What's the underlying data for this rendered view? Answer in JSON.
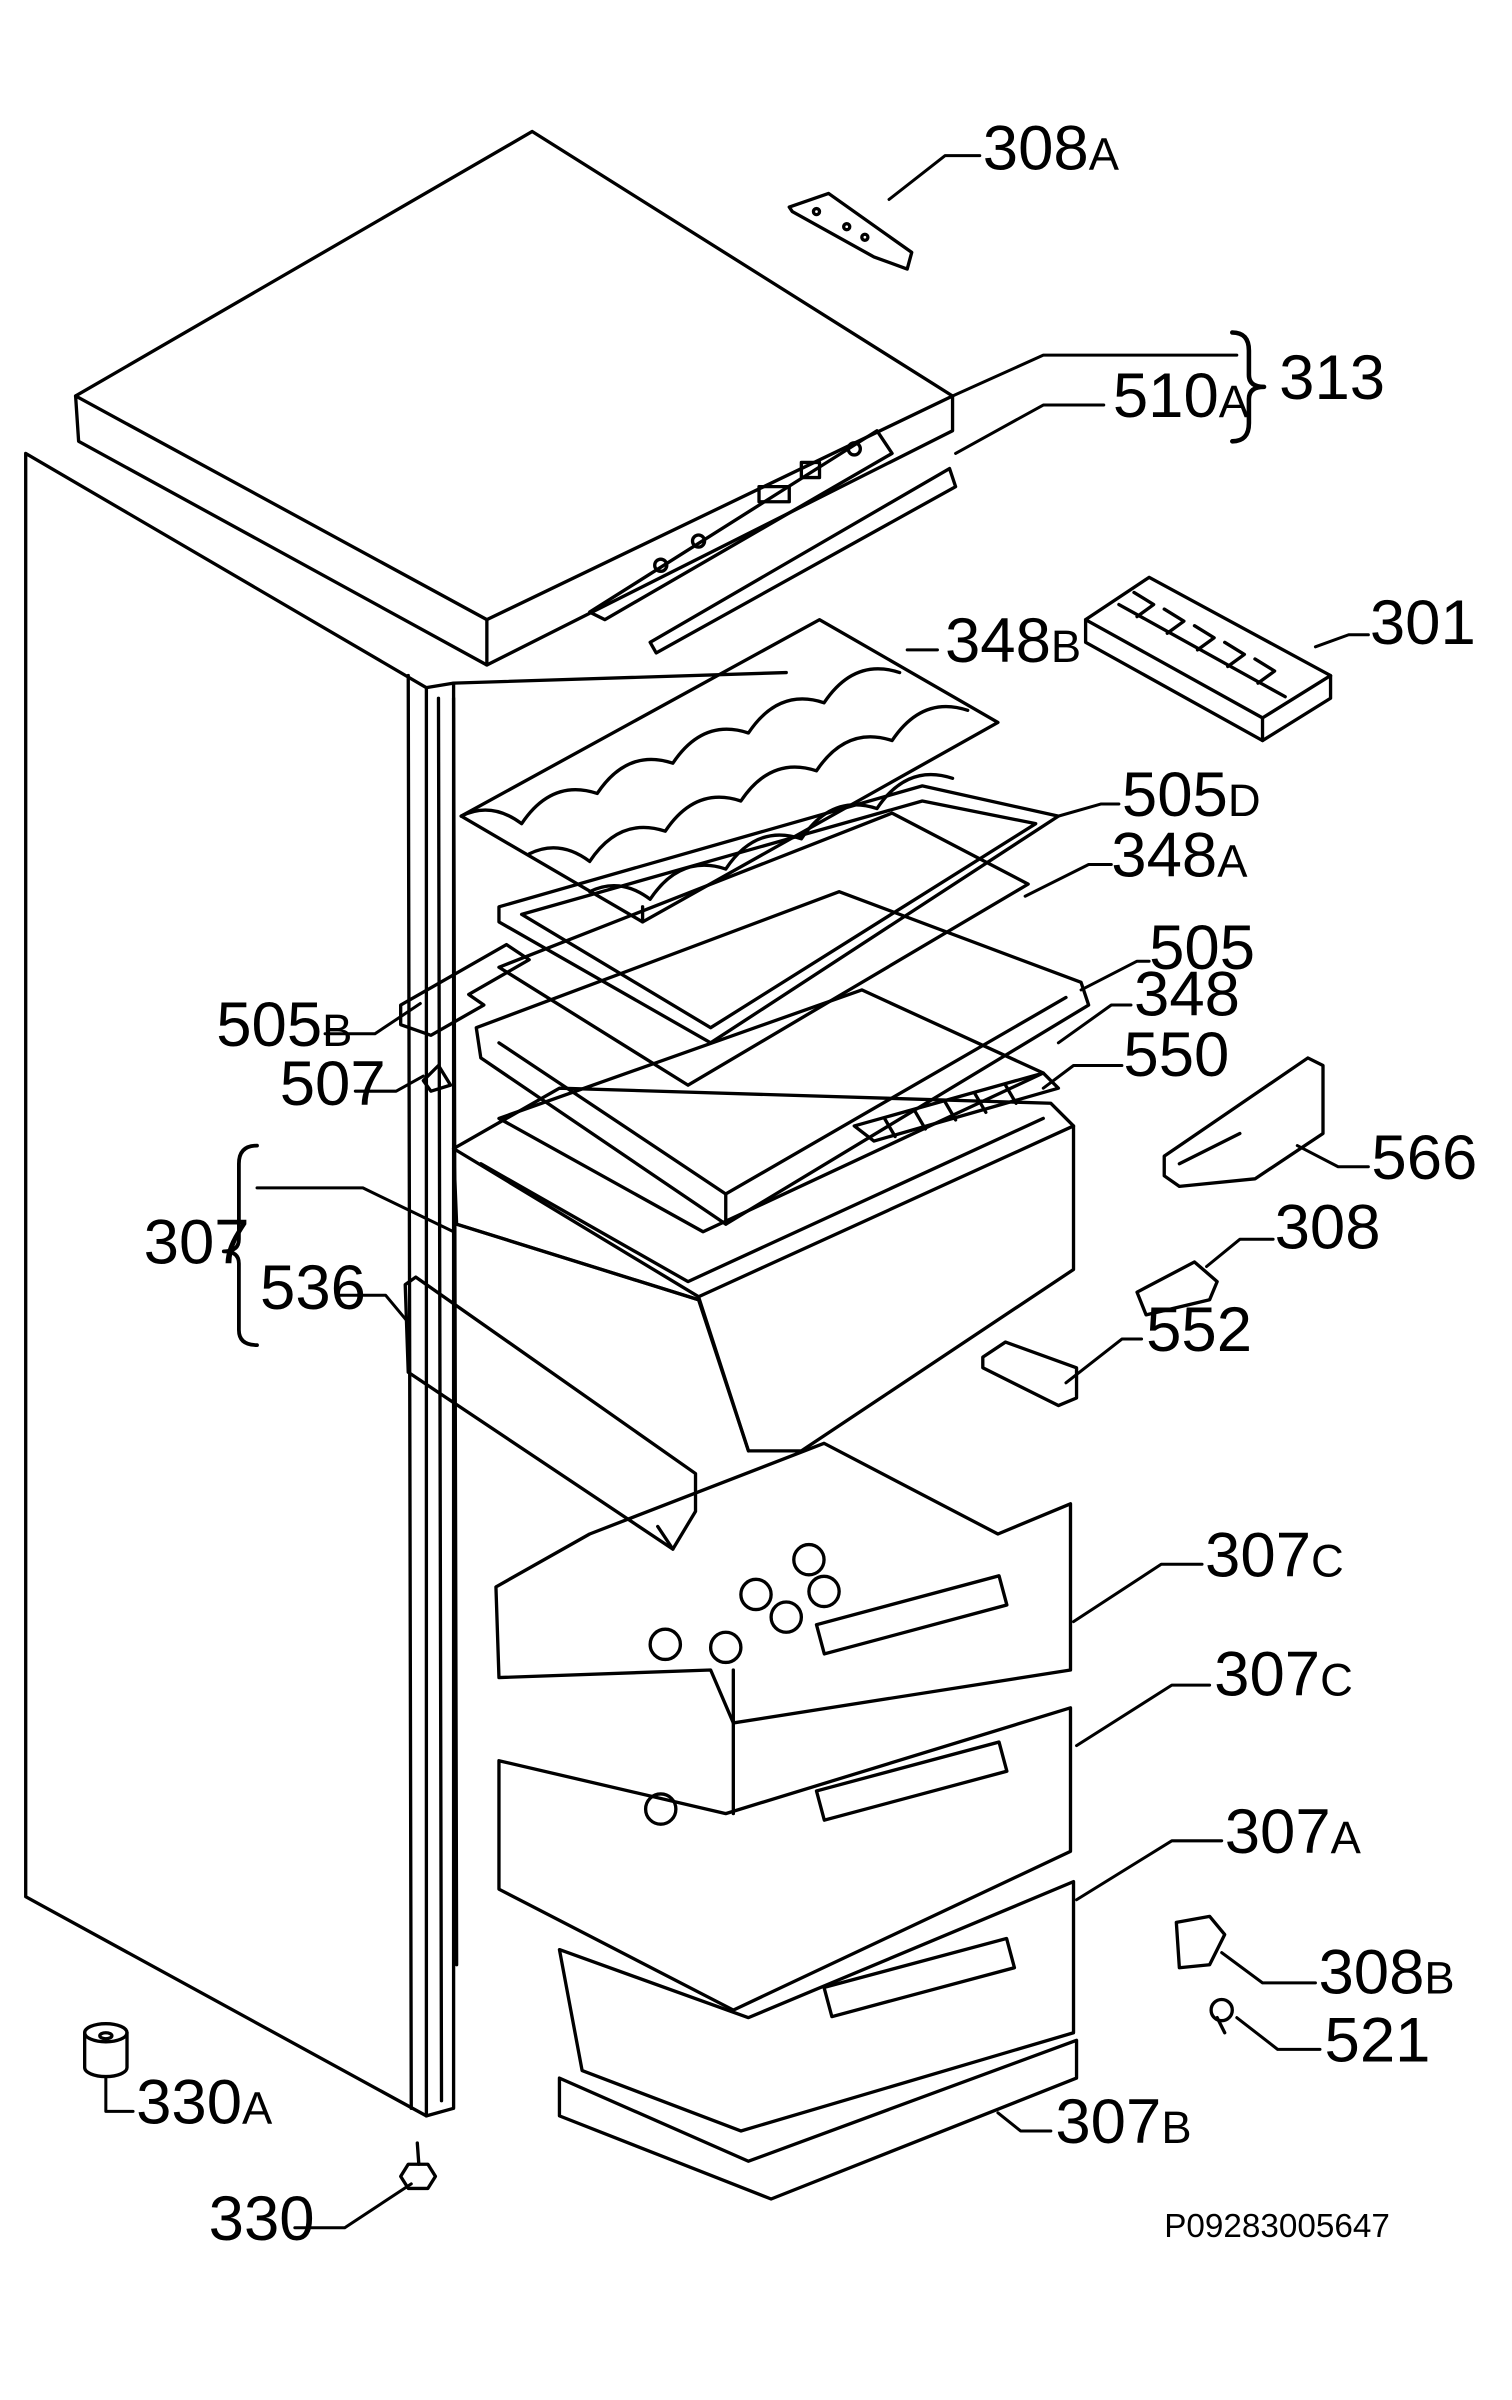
{
  "labels": [
    {
      "key": "308A",
      "num": "308",
      "suf": "A"
    },
    {
      "key": "510A",
      "num": "510",
      "suf": "A"
    },
    {
      "key": "313",
      "num": "313",
      "suf": ""
    },
    {
      "key": "301",
      "num": "301",
      "suf": ""
    },
    {
      "key": "348B",
      "num": "348",
      "suf": "B"
    },
    {
      "key": "505D",
      "num": "505",
      "suf": "D"
    },
    {
      "key": "348A",
      "num": "348",
      "suf": "A"
    },
    {
      "key": "505",
      "num": "505",
      "suf": ""
    },
    {
      "key": "348",
      "num": "348",
      "suf": ""
    },
    {
      "key": "505B",
      "num": "505",
      "suf": "B"
    },
    {
      "key": "507",
      "num": "507",
      "suf": ""
    },
    {
      "key": "550",
      "num": "550",
      "suf": ""
    },
    {
      "key": "566",
      "num": "566",
      "suf": ""
    },
    {
      "key": "307",
      "num": "307",
      "suf": ""
    },
    {
      "key": "308",
      "num": "308",
      "suf": ""
    },
    {
      "key": "536",
      "num": "536",
      "suf": ""
    },
    {
      "key": "552",
      "num": "552",
      "suf": ""
    },
    {
      "key": "307C_1",
      "num": "307",
      "suf": "C"
    },
    {
      "key": "307C_2",
      "num": "307",
      "suf": "C"
    },
    {
      "key": "307A",
      "num": "307",
      "suf": "A"
    },
    {
      "key": "308B",
      "num": "308",
      "suf": "B"
    },
    {
      "key": "521",
      "num": "521",
      "suf": ""
    },
    {
      "key": "330A",
      "num": "330",
      "suf": "A"
    },
    {
      "key": "307B",
      "num": "307",
      "suf": "B"
    },
    {
      "key": "330",
      "num": "330",
      "suf": ""
    }
  ],
  "drawing_code": "P09283005647"
}
